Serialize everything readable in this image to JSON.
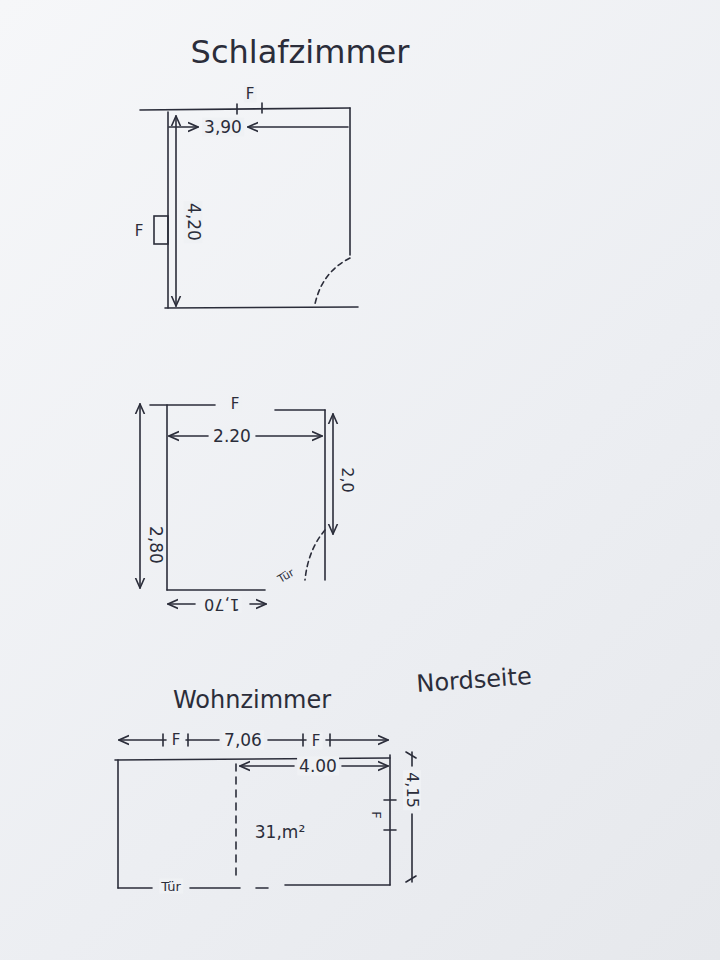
{
  "diagram": {
    "labels": [
      "Schlafzimmer",
      "F",
      "3,90",
      "F",
      "4,20",
      "F",
      "2.20",
      "2,0",
      "2,80",
      "1,70",
      "Tür",
      "Wohnzimmer",
      "Nordseite",
      "F",
      "7,06",
      "F",
      "4.00",
      "4,15",
      "F",
      "31,m²",
      "Tür"
    ]
  }
}
